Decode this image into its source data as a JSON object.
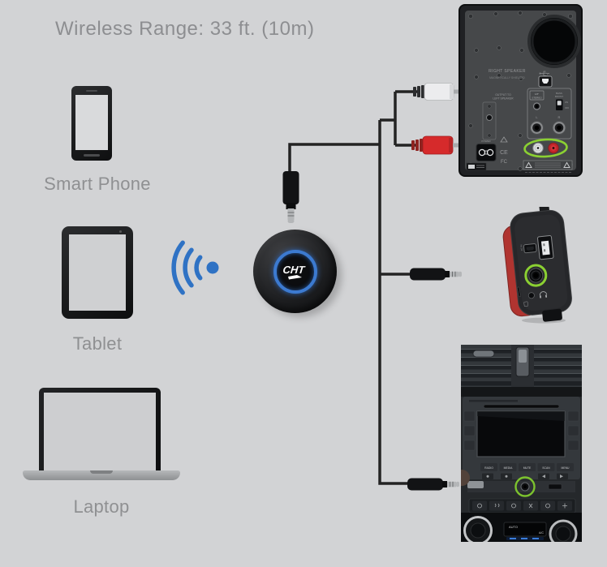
{
  "title": "Wireless Range: 33 ft. (10m)",
  "devices": {
    "smartphone": "Smart Phone",
    "tablet": "Tablet",
    "laptop": "Laptop"
  },
  "receiver": {
    "logo": "CHT"
  },
  "speaker": {
    "right_speaker": "RIGHT SPEAKER",
    "magnetically_shielded": "MAGNETICALLY SHIELDED",
    "output_to": "OUTPUT TO",
    "left_speaker": "LEFT SPEAKER",
    "stereo_line1": "1/8\"",
    "stereo_line2": "STEREO",
    "bass": "BASS",
    "boost": "BOOST",
    "on": "ON",
    "off": "OFF",
    "jack_l": "L",
    "jack_r": "R",
    "rca_l": "L",
    "rca_r": "R",
    "power": "POWER",
    "cert_ce": "CE",
    "cert_fc": "FC"
  },
  "portable": {
    "dc_in": "DC IN"
  },
  "car": {
    "buttons": [
      "RADIO",
      "MEDIA",
      "MUTE",
      "SCAN",
      "MENU"
    ],
    "auto": "AUTO",
    "ac": "A/C"
  },
  "colors": {
    "background": "#d2d3d5",
    "accent_blue": "#2f72c4",
    "receiver_ring_blue": "#3c7ad0",
    "highlight_green": "#8bd032",
    "rca_red": "#d62a2b",
    "rca_white": "#ececee",
    "cable": "#232323",
    "label_gray": "#8f9092"
  }
}
